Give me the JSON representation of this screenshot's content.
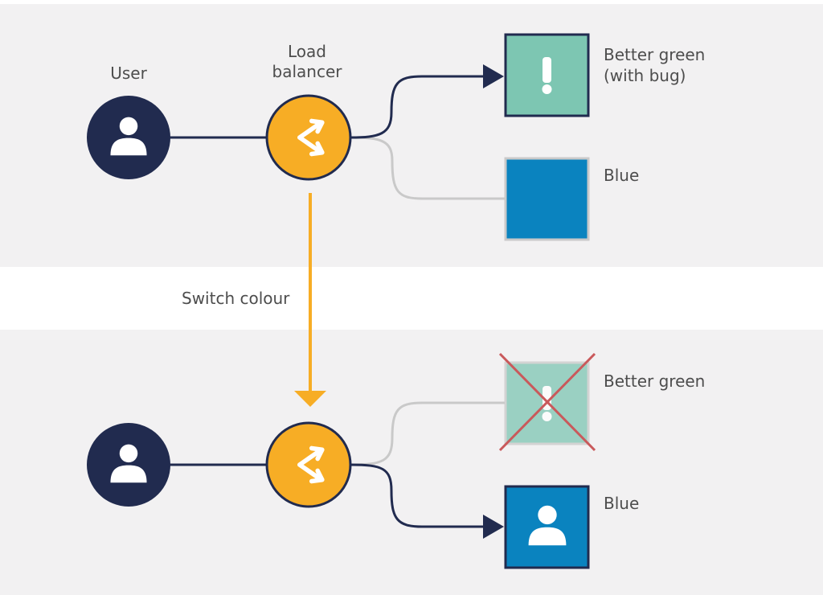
{
  "top_scenario": {
    "user_label": "User",
    "load_balancer_label_line1": "Load",
    "load_balancer_label_line2": "balancer",
    "green_label_line1": "Better green",
    "green_label_line2": "(with bug)",
    "green_icon": "exclamation-icon",
    "blue_label": "Blue"
  },
  "transition": {
    "label": "Switch colour"
  },
  "bottom_scenario": {
    "green_label": "Better green",
    "green_icon": "exclamation-icon",
    "green_state": "crossed-out",
    "blue_label": "Blue",
    "blue_icon": "user-icon"
  },
  "colors": {
    "panel": "#f2f1f2",
    "navy": "#212b4f",
    "orange": "#f7ad25",
    "green": "#7dc6b2",
    "blue": "#0a83bf",
    "inactive_line": "#c9c9c9",
    "cross": "#c9595b",
    "text": "#4d4d4d"
  }
}
